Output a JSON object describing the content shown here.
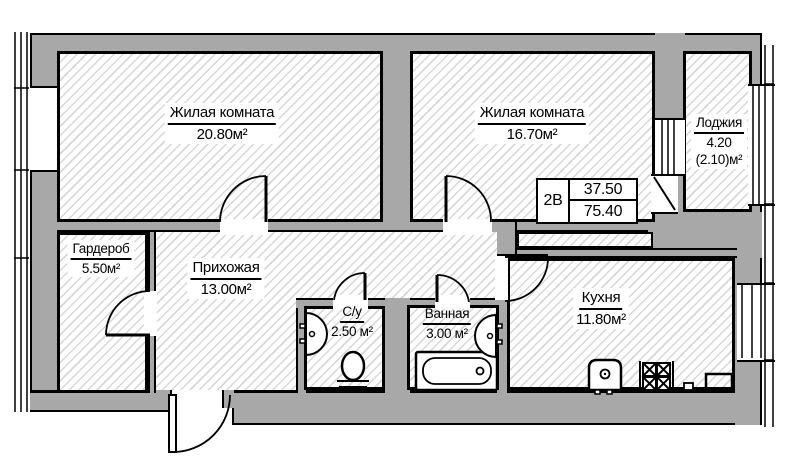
{
  "plan": {
    "title": "Apartment floor plan 2B",
    "unit_info": {
      "type_label": "2В",
      "living_area": "37.50",
      "total_area": "75.40"
    },
    "rooms": [
      {
        "id": "living1",
        "name": "Жилая комната",
        "area": "20.80м²"
      },
      {
        "id": "living2",
        "name": "Жилая комната",
        "area": "16.70м²"
      },
      {
        "id": "loggia",
        "name": "Лоджия",
        "area": "4.20",
        "area_note": "(2.10)м²"
      },
      {
        "id": "wardrobe",
        "name": "Гардероб",
        "area": "5.50м²"
      },
      {
        "id": "hallway",
        "name": "Прихожая",
        "area": "13.00м²"
      },
      {
        "id": "wc",
        "name": "С/у",
        "area": "2.50 м²"
      },
      {
        "id": "bathroom",
        "name": "Ванная",
        "area": "3.00 м²"
      },
      {
        "id": "kitchen",
        "name": "Кухня",
        "area": "11.80м²"
      }
    ],
    "colors": {
      "wall": "#a8a8a8",
      "line": "#000000",
      "hatch": "#d7d7d7"
    }
  }
}
